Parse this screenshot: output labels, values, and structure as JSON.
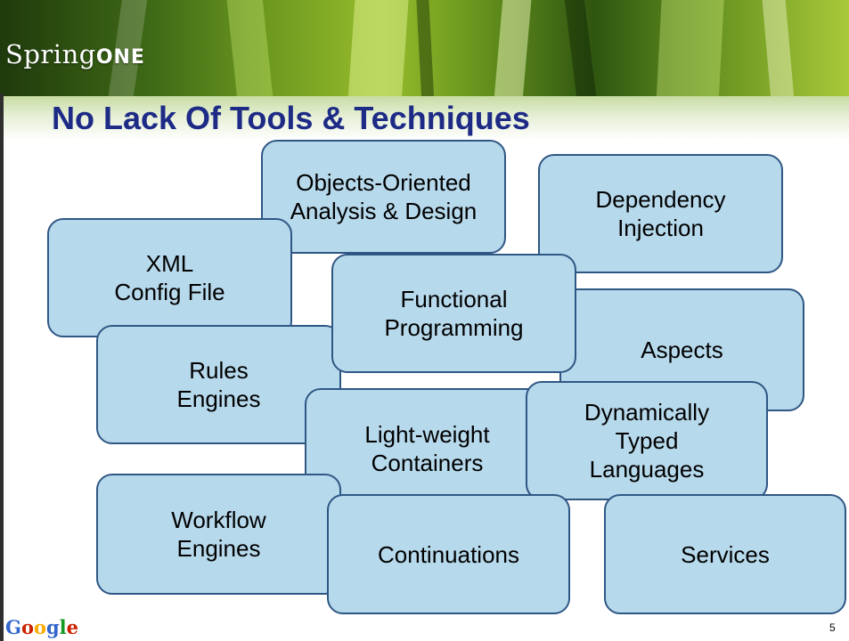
{
  "header": {
    "brand_prefix": "Spring",
    "brand_suffix": "One"
  },
  "title": "No Lack Of Tools & Techniques",
  "boxes": {
    "ooad": "Objects-Oriented\nAnalysis & Design",
    "di": "Dependency\nInjection",
    "xml": "XML\nConfig File",
    "functional": "Functional\nProgramming",
    "aspects": "Aspects",
    "rules": "Rules\nEngines",
    "light": "Light-weight\nContainers",
    "dynamic": "Dynamically\nTyped\nLanguages",
    "workflow": "Workflow\nEngines",
    "continuations": "Continuations",
    "services": "Services"
  },
  "footer": {
    "google_logo": "Google",
    "slide_number": "5"
  },
  "colors": {
    "title": "#1d2b86",
    "box_fill": "#b7d9ec",
    "box_border": "#2f5784",
    "google_letters": [
      "#3366cc",
      "#cc2200",
      "#ffaa00",
      "#3366cc",
      "#119922",
      "#cc2200"
    ]
  }
}
